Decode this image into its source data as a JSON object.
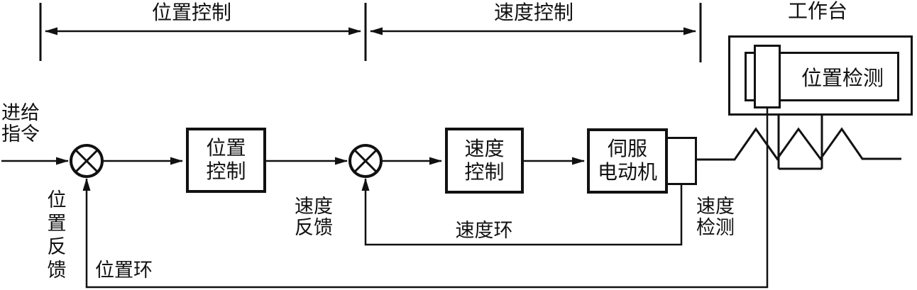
{
  "top": {
    "region1_label": "位置控制",
    "region2_label": "速度控制",
    "worktable_label": "工作台"
  },
  "input_label": "进给\n指令",
  "blocks": {
    "position_ctrl": "位置\n控制",
    "speed_ctrl": "速度\n控制",
    "servo_motor": "伺服\n电动机",
    "position_detect": "位置检测"
  },
  "labels": {
    "position_feedback": "位\n置\n反\n馈",
    "speed_feedback": "速度\n反馈",
    "speed_loop": "速度环",
    "speed_detect": "速度\n检测",
    "position_loop": "位置环"
  },
  "colors": {
    "ink": "#111111",
    "background": "#ffffff"
  }
}
